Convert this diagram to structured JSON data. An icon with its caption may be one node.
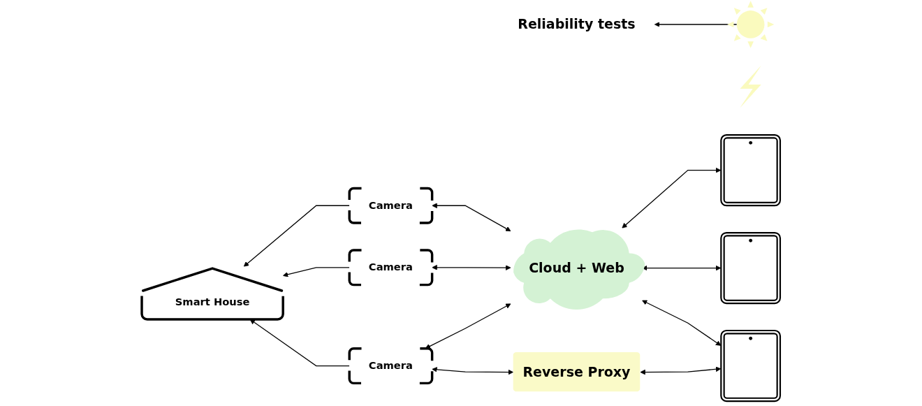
{
  "diagram": {
    "nodes": [
      {
        "text": [
          "Reliability tests"
        ]
      },
      {
        "text": [],
        "shape": "picture"
      },
      {
        "text": [],
        "shape": "picture"
      },
      {
        "text": [
          "Cloud + Web"
        ]
      },
      {
        "text": [],
        "shape": "phone"
      },
      {
        "text": [],
        "shape": "phone"
      },
      {
        "text": [
          "Camera"
        ]
      },
      {
        "text": [
          "Camera"
        ]
      },
      {
        "text": [
          "Smart House"
        ]
      },
      {
        "text": [
          "Camera"
        ]
      },
      {
        "text": [
          "Reverse Proxy"
        ]
      },
      {
        "text": [],
        "shape": "phone"
      }
    ],
    "edges": [
      {
        "from": 1,
        "to": 0,
        "arrow": "to"
      },
      {
        "from": 4,
        "to": 3,
        "arrow": "both"
      },
      {
        "from": 5,
        "to": 3,
        "arrow": "both"
      },
      {
        "from": 11,
        "to": 3,
        "arrow": "both"
      },
      {
        "from": 3,
        "to": 6,
        "arrow": "both"
      },
      {
        "from": 3,
        "to": 7,
        "arrow": "both"
      },
      {
        "from": 3,
        "to": 9,
        "arrow": "both"
      },
      {
        "from": 6,
        "to": 8,
        "arrow": "to"
      },
      {
        "from": 7,
        "to": 8,
        "arrow": "to"
      },
      {
        "from": 9,
        "to": 8,
        "arrow": "to"
      },
      {
        "from": 10,
        "to": 9,
        "arrow": "both"
      },
      {
        "from": 11,
        "to": 10,
        "arrow": "both"
      }
    ]
  }
}
